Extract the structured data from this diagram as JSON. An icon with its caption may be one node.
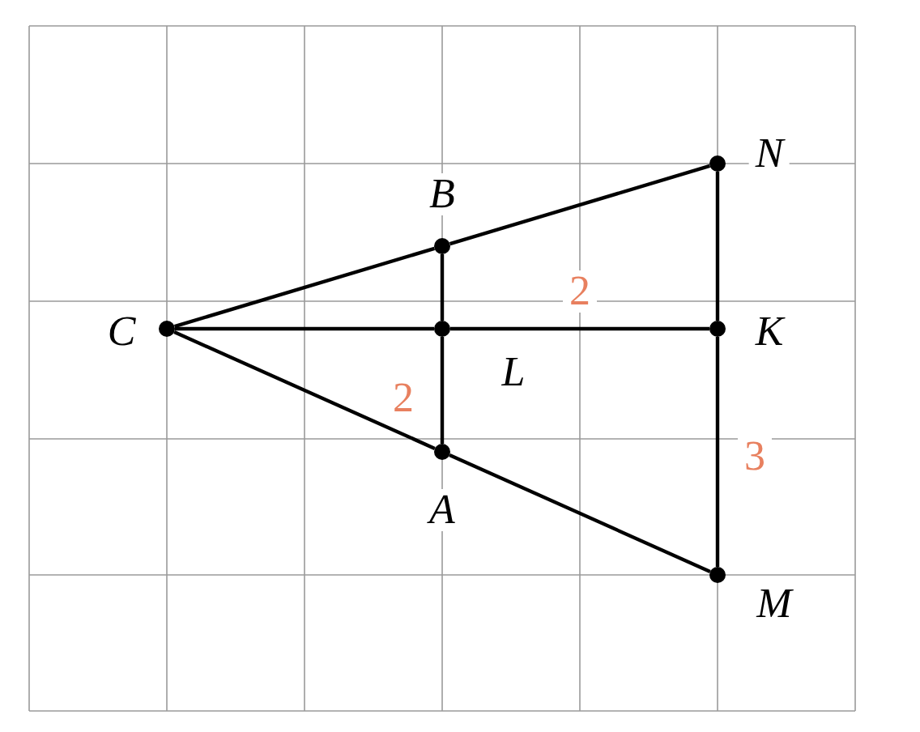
{
  "diagram": {
    "nodes": [
      {
        "text": [],
        "shape": "circle",
        "beside": [
          "N"
        ]
      },
      {
        "text": [],
        "shape": "circle",
        "beside": [
          "B"
        ]
      },
      {
        "text": [],
        "shape": "circle",
        "beside": [
          "C"
        ]
      },
      {
        "text": [],
        "shape": "circle",
        "beside": [
          "L"
        ]
      },
      {
        "text": [],
        "shape": "circle",
        "beside": [
          "K"
        ]
      },
      {
        "text": [],
        "shape": "circle",
        "beside": [
          "A"
        ]
      },
      {
        "text": [],
        "shape": "circle",
        "beside": [
          "M"
        ]
      }
    ],
    "edges": [
      {
        "from": 2,
        "to": 1,
        "arrow": "none"
      },
      {
        "from": 1,
        "to": 0,
        "arrow": "none"
      },
      {
        "from": 2,
        "to": 3,
        "arrow": "none"
      },
      {
        "from": 3,
        "to": 4,
        "arrow": "none",
        "label": "2"
      },
      {
        "from": 2,
        "to": 5,
        "arrow": "none"
      },
      {
        "from": 5,
        "to": 6,
        "arrow": "none"
      },
      {
        "from": 1,
        "to": 3,
        "arrow": "none"
      },
      {
        "from": 3,
        "to": 5,
        "arrow": "none",
        "label": "2"
      },
      {
        "from": 0,
        "to": 4,
        "arrow": "none"
      },
      {
        "from": 4,
        "to": 6,
        "arrow": "none",
        "label": "3"
      }
    ]
  }
}
